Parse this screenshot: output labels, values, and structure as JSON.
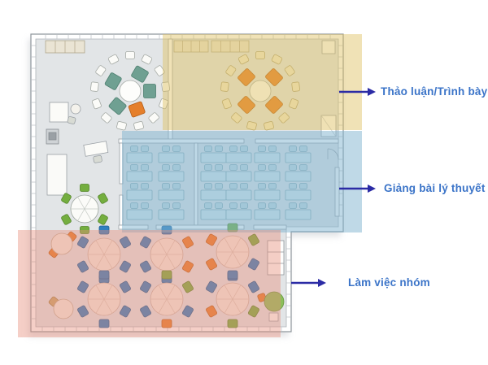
{
  "diagram": {
    "type": "classroom-floor-plan",
    "description_visible_text_only": true,
    "label_color": "#3B74C8",
    "arrow_color": "#2B2BA5",
    "zones": [
      {
        "id": "discussion",
        "label": "Thảo luận/Trình bày",
        "overlay_hex": "#DDBE5E",
        "overlay_alpha": 0.45
      },
      {
        "id": "lecture",
        "label": "Giảng bài lý thuyết",
        "overlay_hex": "#7FB3CF",
        "overlay_alpha": 0.5
      },
      {
        "id": "groupwork",
        "label": "Làm việc nhóm",
        "overlay_hex": "#E88D79",
        "overlay_alpha": 0.42
      }
    ],
    "furniture_palette": {
      "floor": "#E2E5E7",
      "wall": "#8F969C",
      "chair_blue": "#2F7FC0",
      "chair_orange": "#E57F2B",
      "chair_green": "#74AE3F",
      "armchair_teal": "#6FA092",
      "desk_blue_gray": "#D8E8EC",
      "table_cream": "#F3ECE2",
      "green_table": "#8CBF5A"
    }
  }
}
